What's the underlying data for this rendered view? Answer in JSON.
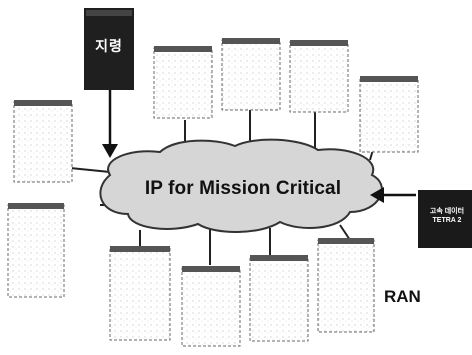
{
  "cloud": {
    "label": "IP for Mission Critical"
  },
  "command_box": {
    "label": "지령"
  },
  "data_box": {
    "line1": "고속 데이터",
    "line2": "TETRA 2"
  },
  "ran": {
    "label": "RAN"
  },
  "colors": {
    "dark_box": "#1f1f1f",
    "cloud_fill": "#d6d6d6",
    "line": "#222222"
  }
}
